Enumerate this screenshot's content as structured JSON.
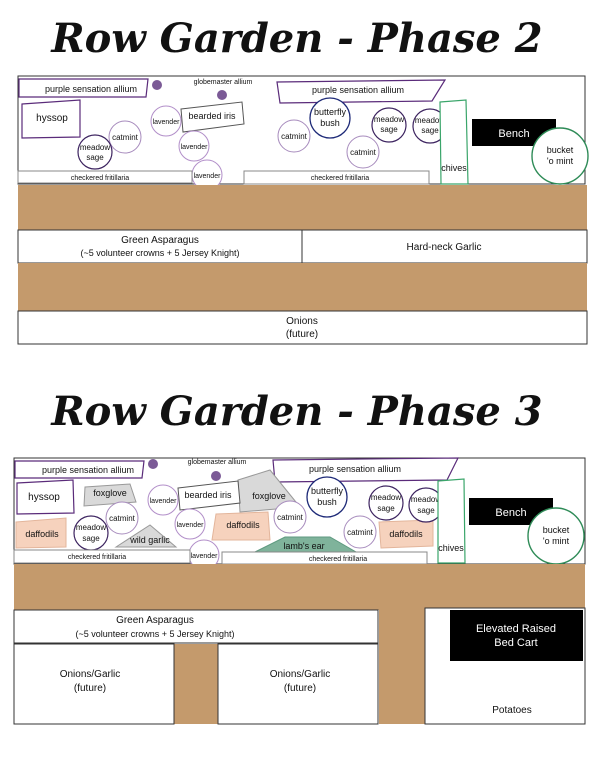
{
  "phase2": {
    "title": "Row Garden - Phase 2",
    "bed": {
      "purple_sensation_left": "purple sensation allium",
      "globemaster": "globemaster allium",
      "purple_sensation_right": "purple sensation allium",
      "hyssop": "hyssop",
      "bearded_iris": "bearded iris",
      "lavender_a": "lavender",
      "lavender_b": "lavender",
      "lavender_c": "lavender",
      "catmint_a": "catmint",
      "catmint_b": "catmint",
      "catmint_c": "catmint",
      "meadow_sage_a": [
        "meadow",
        "sage"
      ],
      "meadow_sage_b": [
        "meadow",
        "sage"
      ],
      "meadow_sage_c": [
        "meadow",
        "sage"
      ],
      "butterfly_bush": [
        "butterfly",
        "bush"
      ],
      "chives": "chives",
      "checkered_left": "checkered fritillaria",
      "checkered_right": "checkered fritillaria",
      "bench": "Bench",
      "bucket": [
        "bucket",
        "'o mint"
      ]
    },
    "asparagus": [
      "Green Asparagus",
      "(~5 volunteer crowns + 5 Jersey Knight)"
    ],
    "garlic": "Hard-neck Garlic",
    "onions": [
      "Onions",
      "(future)"
    ]
  },
  "phase3": {
    "title": "Row Garden - Phase 3",
    "bed": {
      "purple_sensation_left": "purple sensation allium",
      "globemaster": "globemaster allium",
      "purple_sensation_right": "purple sensation allium",
      "hyssop": "hyssop",
      "foxglove_a": "foxglove",
      "foxglove_b": "foxglove",
      "bearded_iris": "bearded iris",
      "lavender_a": "lavender",
      "lavender_b": "lavender",
      "lavender_c": "lavender",
      "catmint_a": "catmint",
      "catmint_b": "catmint",
      "catmint_c": "catmint",
      "daffodils_a": "daffodils",
      "daffodils_b": "daffodils",
      "daffodils_c": "daffodils",
      "meadow_sage_a": [
        "meadow",
        "sage"
      ],
      "meadow_sage_b": [
        "meadow",
        "sage"
      ],
      "meadow_sage_c": [
        "meadow",
        "sage"
      ],
      "wild_garlic": "wild garlic",
      "lambs_ear": "lamb's ear",
      "butterfly_bush": [
        "butterfly",
        "bush"
      ],
      "chives": "chives",
      "checkered_left": "checkered fritillaria",
      "checkered_right": "checkered fritillaria",
      "bench": "Bench",
      "bucket": [
        "bucket",
        "'o mint"
      ]
    },
    "asparagus": [
      "Green Asparagus",
      "(~5 volunteer crowns + 5 Jersey Knight)"
    ],
    "raised_bed": [
      "Elevated Raised",
      "Bed Cart"
    ],
    "potatoes": "Potatoes",
    "onions_garlic_left": [
      "Onions/Garlic",
      "(future)"
    ],
    "onions_garlic_right": [
      "Onions/Garlic",
      "(future)"
    ]
  },
  "colors": {
    "path": "#c49a6c",
    "purple": "#5a2b7a",
    "allium_dot": "#7b5a96",
    "lavender_stroke": "#b28fc9",
    "catmint_stroke": "#a78bbd",
    "chives_green": "#3aa56a",
    "daffodil_fill": "#f6d2bd",
    "lambs_ear_fill": "#7fb39b",
    "foxglove_fill": "#d9d9d9",
    "bench": "#000000"
  }
}
